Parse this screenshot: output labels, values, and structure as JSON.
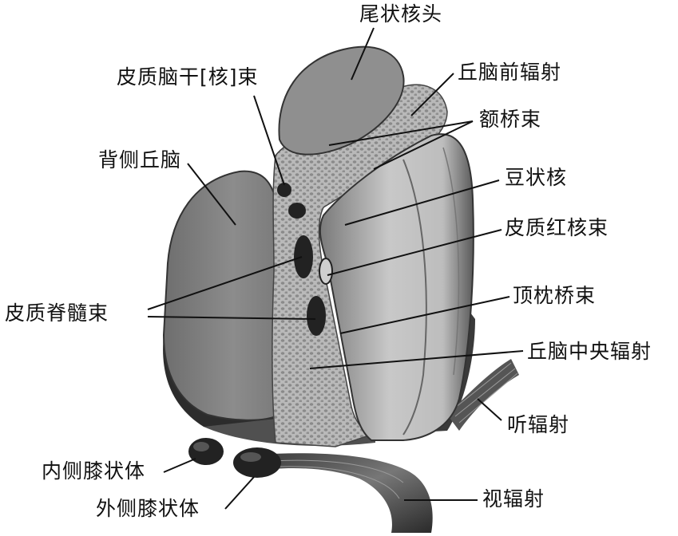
{
  "labels": {
    "caudate_head": "尾状核头",
    "corticobulbar_tract": "皮质脑干[核]束",
    "anterior_thalamic_radiation": "丘脑前辐射",
    "frontopontine_tract": "额桥束",
    "dorsal_thalamus": "背侧丘脑",
    "lentiform_nucleus": "豆状核",
    "corticorubral_tract": "皮质红核束",
    "corticospinal_tract": "皮质脊髓束",
    "parieto_occipitopontine_tract": "顶枕桥束",
    "central_thalamic_radiation": "丘脑中央辐射",
    "auditory_radiation": "听辐射",
    "medial_geniculate_body": "内侧膝状体",
    "lateral_geniculate_body": "外侧膝状体",
    "optic_radiation": "视辐射"
  }
}
